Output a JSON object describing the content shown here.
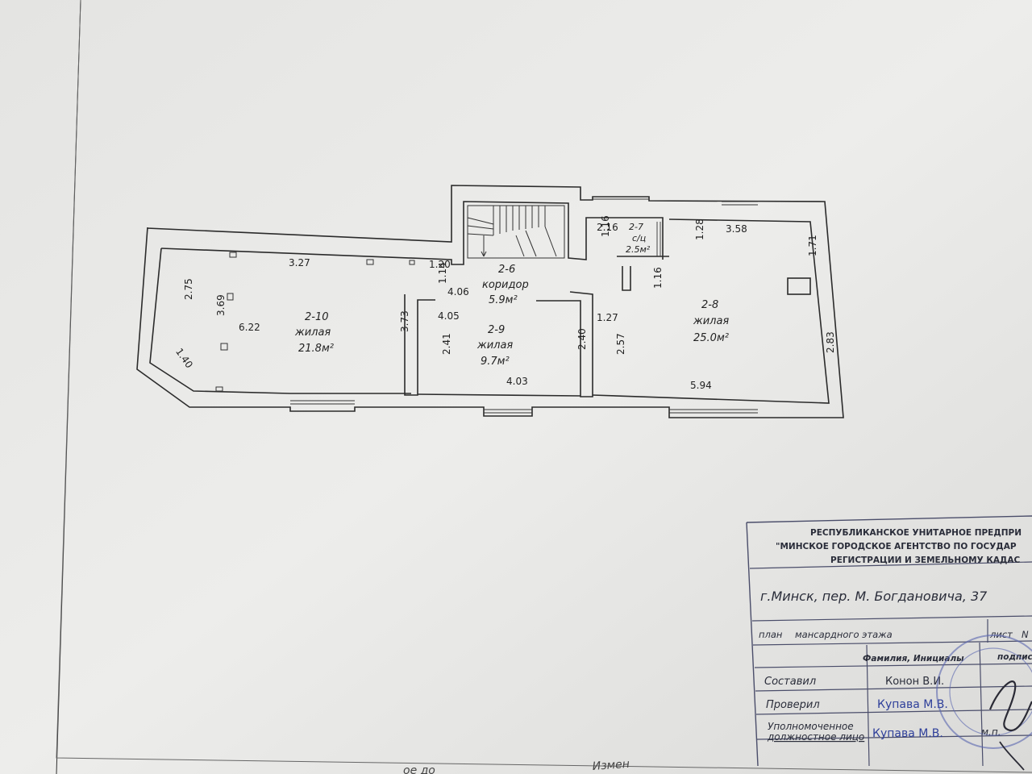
{
  "plan": {
    "rooms": [
      {
        "id": "2-10",
        "type": "жилая",
        "area": "21.8м²"
      },
      {
        "id": "2-6",
        "type": "коридор",
        "area": "5.9м²"
      },
      {
        "id": "2-9",
        "type": "жилая",
        "area": "9.7м²"
      },
      {
        "id": "2-7",
        "type": "с/ц",
        "area": "2.5м²"
      },
      {
        "id": "2-8",
        "type": "жилая",
        "area": "25.0м²"
      }
    ],
    "dimensions": [
      "3.27",
      "2.75",
      "3.69",
      "6.22",
      "1.40",
      "3.73",
      "1.20",
      "1.14",
      "4.06",
      "4.05",
      "2.41",
      "4.03",
      "2.40",
      "2.16",
      "1.16",
      "1.16",
      "1.27",
      "2.57",
      "1.28",
      "3.58",
      "1.71",
      "2.83",
      "5.94"
    ]
  },
  "titleblock": {
    "org_line1": "РЕСПУБЛИКАНСКОЕ УНИТАРНОЕ ПРЕДПРИ",
    "org_line2": "\"МИНСКОЕ ГОРОДСКОЕ АГЕНТСТВО ПО ГОСУДАР",
    "org_line3": "РЕГИСТРАЦИИ И ЗЕМЕЛЬНОМУ КАДАС",
    "address": "г.Минск, пер. М. Богдановича, 37",
    "plan_label": "план",
    "plan_title": "мансардного этажа",
    "sheet_label": "лист",
    "sheet_no": "N",
    "col_name": "Фамилия, Инициалы",
    "col_sign": "подпис",
    "row1_label": "Составил",
    "row1_value": "Конон В.И.",
    "row2_label": "Проверил",
    "row2_value": "Купава М.В.",
    "row3_label_a": "Уполномоченное",
    "row3_label_b": "должностное лицо",
    "row3_value": "Купава М.В.",
    "row3_extra": "м.п."
  },
  "bottom_fragments": [
    "ое до",
    "Измен"
  ]
}
